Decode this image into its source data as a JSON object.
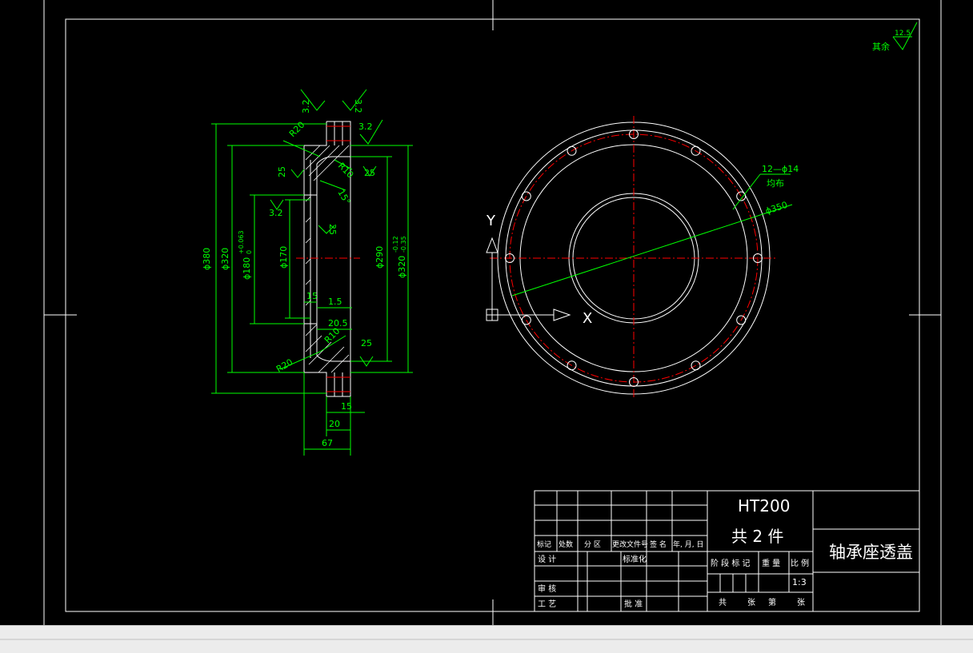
{
  "drawing": {
    "roughness": {
      "label": "其余",
      "value": "12.5"
    },
    "section": {
      "diameters": [
        "ϕ380",
        "ϕ320",
        "ϕ180",
        "+0.063",
        "0",
        "ϕ170",
        "ϕ290",
        "ϕ320",
        "-0.12",
        "-0.35"
      ],
      "radii": [
        "R20",
        "R10",
        "R10",
        "R20"
      ],
      "angle": "15°",
      "widths": [
        "15",
        "1.5",
        "20.5",
        "15",
        "20",
        "67"
      ],
      "roughness_marks": [
        "3.2",
        "3.2",
        "3.2",
        "25",
        "25",
        "3.2",
        "25",
        "25"
      ]
    },
    "front": {
      "holes_label": "12—ϕ14",
      "holes_note": "均布",
      "pcd_label": "ϕ350",
      "axis_x": "X",
      "axis_y": "Y"
    },
    "title_block": {
      "material": "HT200",
      "quantity": "共 2 件",
      "part_name": "轴承座透盖",
      "scale": "1:3",
      "headers": [
        "标记",
        "处数",
        "分 区",
        "更改文件号",
        "签 名",
        "年, 月, 日"
      ],
      "design": "设 计",
      "standardize": "标准化",
      "review": "审 核",
      "process": "工 艺",
      "approve": "批 准",
      "stage_mark": "阶 段 标 记",
      "weight": "重 量",
      "ratio": "比 例",
      "total": "共",
      "sheets": "张",
      "sheet_no": "第",
      "sheets2": "张"
    }
  }
}
